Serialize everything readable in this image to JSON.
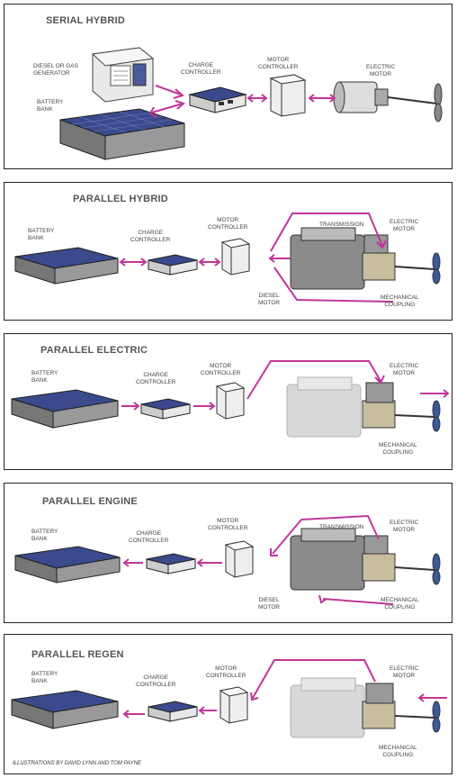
{
  "panels": [
    {
      "title": "SERIAL HYBRID",
      "labels": {
        "generator": "DIESEL OR GAS\nGENERATOR",
        "battery": "BATTERY\nBANK",
        "charge": "CHARGE\nCONTROLLER",
        "motor_ctrl": "MOTOR\nCONTROLLER",
        "electric": "ELECTRIC\nMOTOR"
      }
    },
    {
      "title": "PARALLEL HYBRID",
      "labels": {
        "battery": "BATTERY\nBANK",
        "charge": "CHARGE\nCONTROLLER",
        "motor_ctrl": "MOTOR\nCONTROLLER",
        "transmission": "TRANSMISSION",
        "electric": "ELECTRIC\nMOTOR",
        "diesel": "DIESEL\nMOTOR",
        "coupling": "MECHANICAL\nCOUPLING"
      }
    },
    {
      "title": "PARALLEL ELECTRIC",
      "labels": {
        "battery": "BATTERY\nBANK",
        "charge": "CHARGE\nCONTROLLER",
        "motor_ctrl": "MOTOR\nCONTROLLER",
        "electric": "ELECTRIC\nMOTOR",
        "coupling": "MECHANICAL\nCOUPLING"
      }
    },
    {
      "title": "PARALLEL ENGINE",
      "labels": {
        "battery": "BATTERY\nBANK",
        "charge": "CHARGE\nCONTROLLER",
        "motor_ctrl": "MOTOR\nCONTROLLER",
        "transmission": "TRANSMISSION",
        "electric": "ELECTRIC\nMOTOR",
        "diesel": "DIESEL\nMOTOR",
        "coupling": "MECHANICAL\nCOUPLING"
      }
    },
    {
      "title": "PARALLEL REGEN",
      "labels": {
        "battery": "BATTERY\nBANK",
        "charge": "CHARGE\nCONTROLLER",
        "motor_ctrl": "MOTOR\nCONTROLLER",
        "electric": "ELECTRIC\nMOTOR",
        "coupling": "MECHANICAL\nCOUPLING"
      }
    }
  ],
  "credit": "ILLUSTRATIONS BY DAVID LYNN AND TOM PAYNE",
  "colors": {
    "arrow": "#c2369a",
    "panel_border": "#222222",
    "battery_top": "#3a4a8c"
  }
}
